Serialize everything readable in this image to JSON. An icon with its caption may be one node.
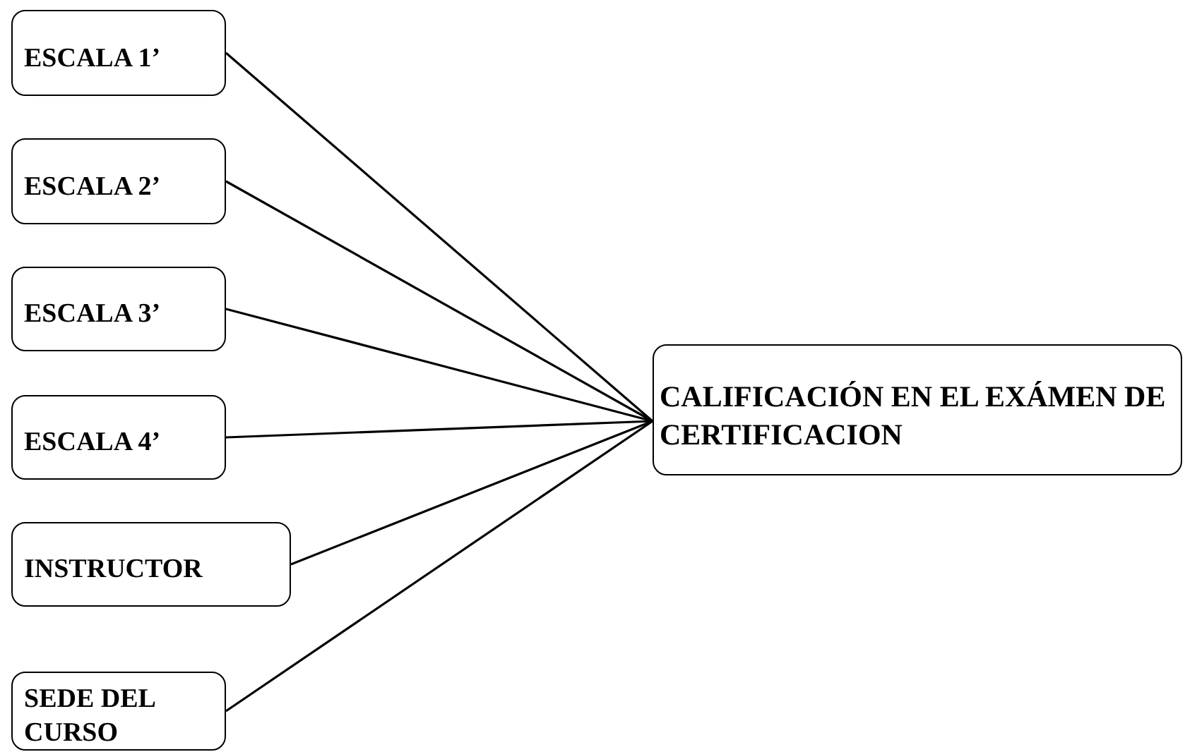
{
  "diagram": {
    "nodes": [
      {
        "text": [
          "ESCALA 1’"
        ]
      },
      {
        "text": [
          "ESCALA 2’"
        ]
      },
      {
        "text": [
          "ESCALA 3’"
        ]
      },
      {
        "text": [
          "ESCALA 4’"
        ]
      },
      {
        "text": [
          "INSTRUCTOR"
        ]
      },
      {
        "text": [
          "SEDE DEL CURSO"
        ]
      },
      {
        "text": [
          "CALIFICACIÓN EN EL EXÁMEN DE CERTIFICACION"
        ]
      }
    ],
    "edges": [
      {
        "from": 0,
        "to": 6,
        "arrow": "none"
      },
      {
        "from": 1,
        "to": 6,
        "arrow": "none"
      },
      {
        "from": 2,
        "to": 6,
        "arrow": "none"
      },
      {
        "from": 3,
        "to": 6,
        "arrow": "none"
      },
      {
        "from": 4,
        "to": 6,
        "arrow": "none"
      },
      {
        "from": 5,
        "to": 6,
        "arrow": "none"
      }
    ]
  }
}
